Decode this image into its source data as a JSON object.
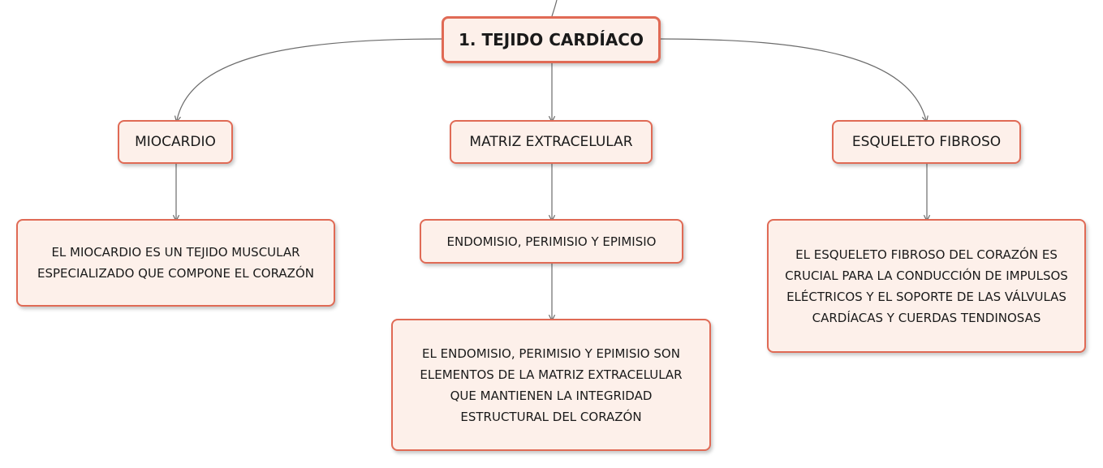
{
  "diagram": {
    "root": {
      "label": "1. TEJIDO CARDÍACO"
    },
    "branches": {
      "miocardio": {
        "label": "MIOCARDIO",
        "description": "EL MIOCARDIO ES UN TEJIDO MUSCULAR ESPECIALIZADO QUE COMPONE EL CORAZÓN"
      },
      "matriz": {
        "label": "MATRIZ EXTRACELULAR",
        "sub": "ENDOMISIO, PERIMISIO Y EPIMISIO",
        "description": "EL ENDOMISIO, PERIMISIO Y EPIMISIO SON ELEMENTOS DE LA MATRIZ EXTRACELULAR QUE MANTIENEN LA INTEGRIDAD ESTRUCTURAL DEL CORAZÓN"
      },
      "esqueleto": {
        "label": "ESQUELETO FIBROSO",
        "description": "EL ESQUELETO FIBROSO DEL CORAZÓN ES CRUCIAL PARA LA CONDUCCIÓN DE IMPULSOS ELÉCTRICOS Y EL SOPORTE DE LAS VÁLVULAS CARDÍACAS Y CUERDAS TENDINOSAS"
      }
    },
    "colors": {
      "node_border": "#e06a55",
      "node_fill": "#fdf0ea",
      "connector": "#6b6b6b",
      "text": "#1a1a1a"
    }
  }
}
